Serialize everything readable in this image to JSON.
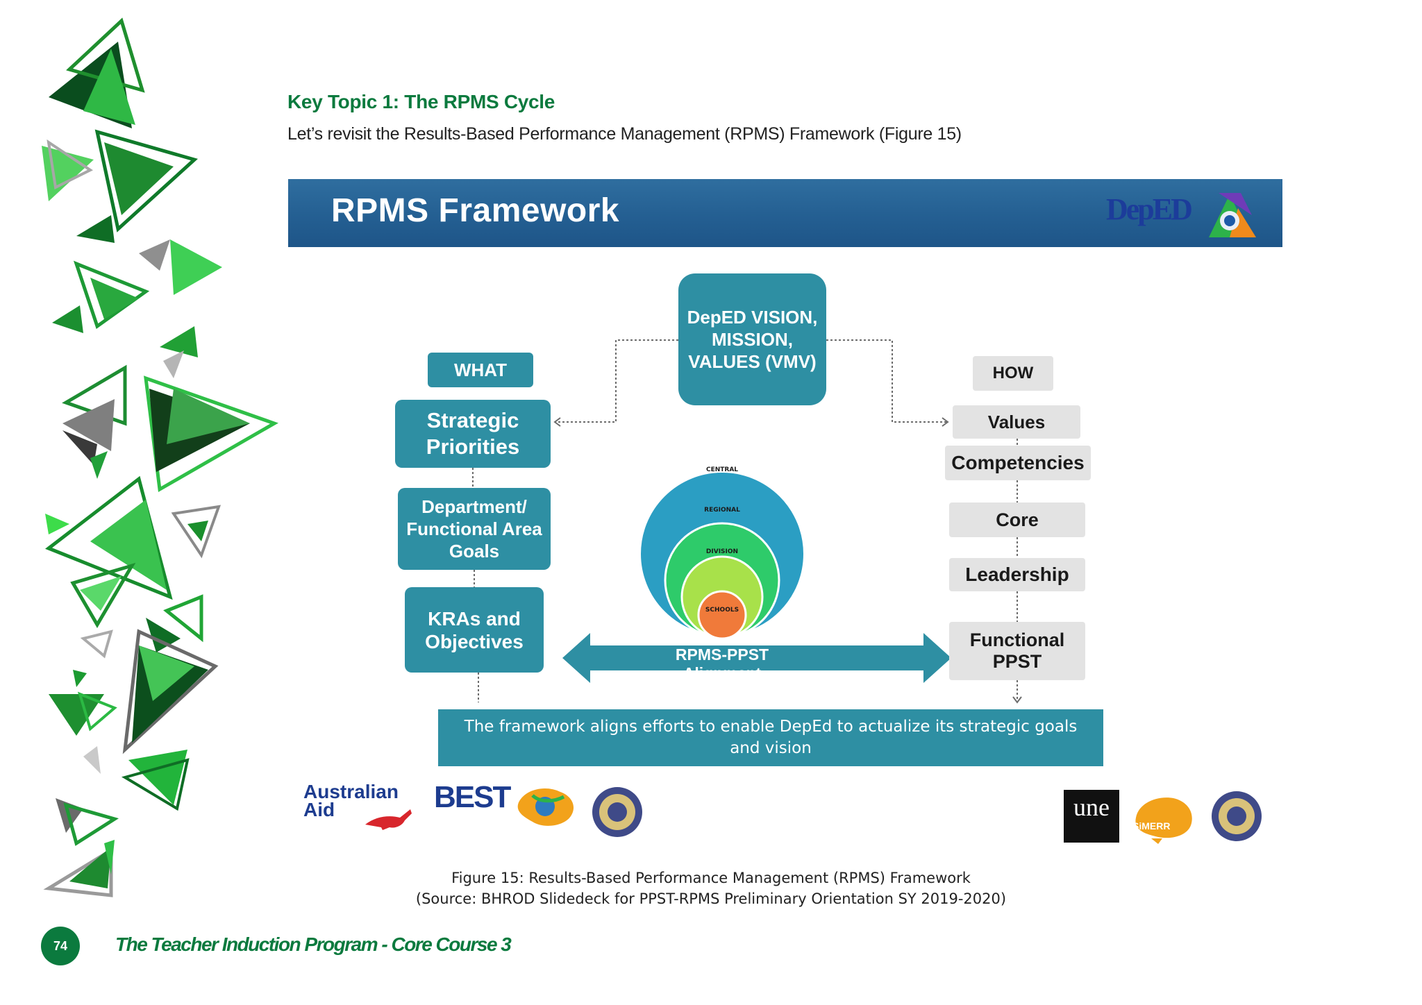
{
  "document": {
    "heading": "Key Topic 1: The RPMS Cycle",
    "intro": "Let’s revisit the Results-Based Performance Management (RPMS) Framework (Figure 15)"
  },
  "figure": {
    "slide_title": "RPMS Framework",
    "logo_deped": "DepED",
    "center_box": "DepED VISION, MISSION, VALUES (VMV)",
    "left_column": {
      "header": "WHAT",
      "items": [
        "Strategic Priorities",
        "Department/ Functional Area Goals",
        "KRAs and Objectives"
      ]
    },
    "right_column": {
      "header": "HOW",
      "items": [
        "Values",
        "Competencies",
        "Core",
        "Leadership",
        "Functional PPST"
      ]
    },
    "circles": [
      "CENTRAL",
      "REGIONAL",
      "DIVISION",
      "SCHOOLS"
    ],
    "circle_colors": [
      "#2b9ec3",
      "#2ecb6a",
      "#a8e14a",
      "#f07a3a"
    ],
    "alignment_arrow": "RPMS-PPST Alignment",
    "bottom_box": "The framework aligns efforts to enable DepEd to actualize its strategic goals and vision",
    "partner_logos": {
      "aus_aid": "Australian Aid",
      "best": "BEST",
      "une": "une",
      "simerr": "SiMERR"
    }
  },
  "caption": {
    "line1": "Figure 15: Results-Based Performance Management (RPMS) Framework",
    "line2": "(Source: BHROD Slidedeck for PPST-RPMS Preliminary Orientation SY 2019-2020)"
  },
  "footer": {
    "page_number": "74",
    "title": "The Teacher Induction Program - Core Course 3"
  },
  "colors": {
    "brand_green": "#0b7a3e",
    "teal_box": "#2e8fa3",
    "banner_blue": "#245f92"
  }
}
